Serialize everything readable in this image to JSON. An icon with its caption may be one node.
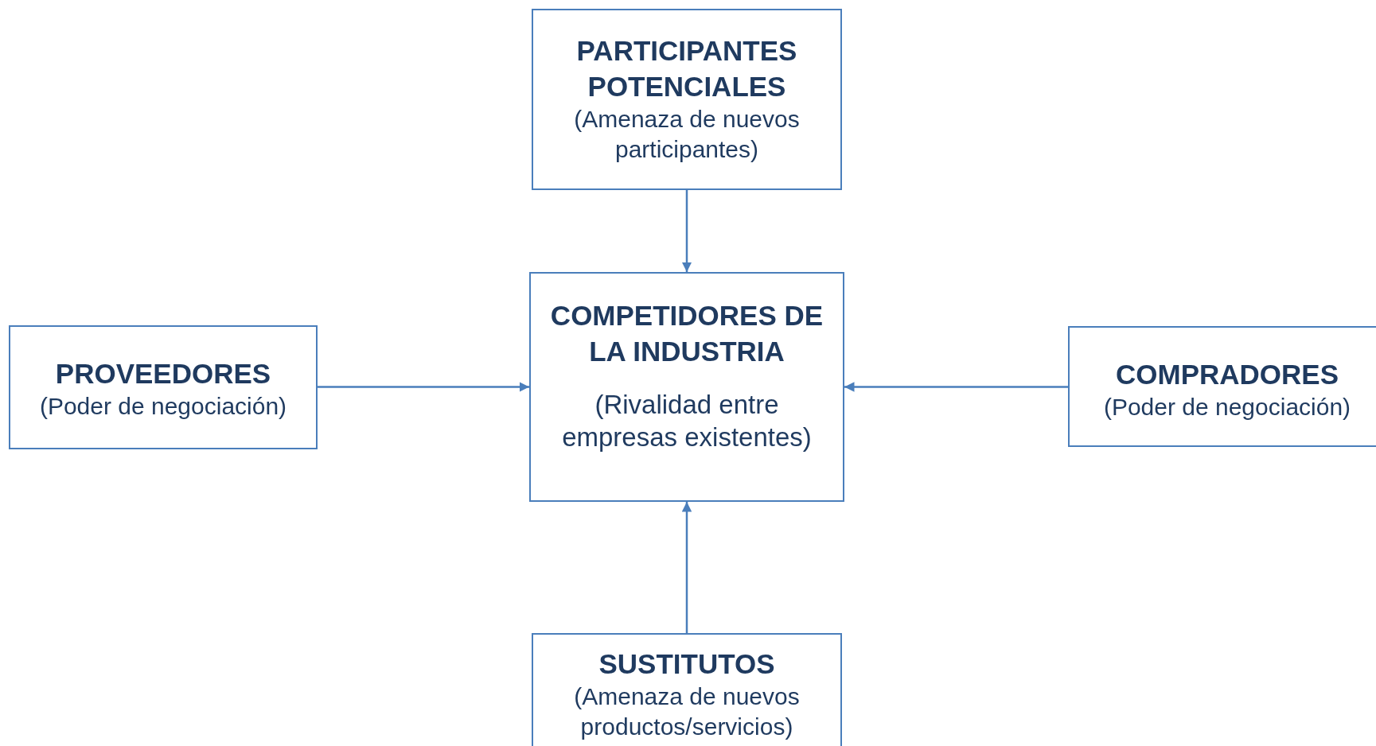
{
  "diagram": {
    "nodes": [
      {
        "text": [
          "PARTICIPANTES POTENCIALES",
          "(Amenaza de nuevos participantes)"
        ]
      },
      {
        "text": [
          "PROVEEDORES",
          "(Poder de negociación)"
        ]
      },
      {
        "text": [
          "COMPETIDORES DE LA INDUSTRIA",
          "(Rivalidad entre empresas existentes)"
        ]
      },
      {
        "text": [
          "COMPRADORES",
          "(Poder de negociación)"
        ]
      },
      {
        "text": [
          "SUSTITUTOS",
          "(Amenaza de nuevos productos/servicios)"
        ]
      }
    ],
    "edges": [
      {
        "from": 0,
        "to": 2,
        "arrow": "to"
      },
      {
        "from": 1,
        "to": 2,
        "arrow": "to"
      },
      {
        "from": 3,
        "to": 2,
        "arrow": "to"
      },
      {
        "from": 4,
        "to": 2,
        "arrow": "to"
      }
    ]
  }
}
